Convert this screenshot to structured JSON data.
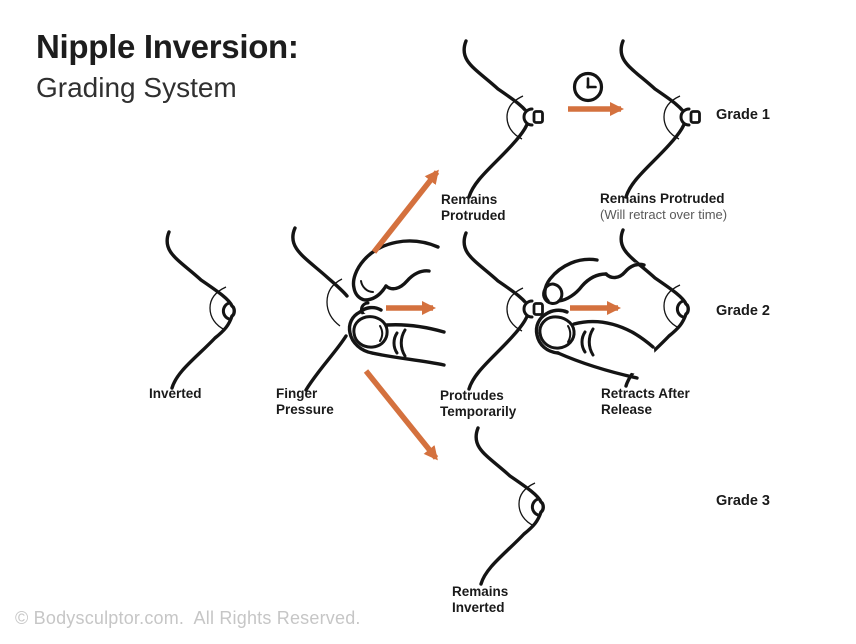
{
  "title": "Nipple Inversion:",
  "subtitle": "Grading System",
  "diagram": {
    "start_label": "Inverted",
    "action_label": "Finger\nPressure",
    "rows": [
      {
        "grade": "Grade 1",
        "outcome": "Remains\nProtruded",
        "result": "Remains Protruded",
        "result_note": "(Will retract over time)"
      },
      {
        "grade": "Grade 2",
        "outcome": "Protrudes\nTemporarily",
        "result": "Retracts After\nRelease"
      },
      {
        "grade": "Grade 3",
        "outcome": "Remains\nInverted"
      }
    ]
  },
  "icons": {
    "clock": "clock-icon",
    "arrows": [
      "arrow-up-right",
      "arrow-right-middle",
      "arrow-down-right",
      "arrow-right-top",
      "arrow-right-release"
    ]
  },
  "colors": {
    "accent": "#d4713e",
    "ink": "#141414",
    "note_gray": "#595959",
    "footer_gray": "#c6c6c6"
  },
  "footer": "© Bodysculptor.com.  All Rights Reserved."
}
